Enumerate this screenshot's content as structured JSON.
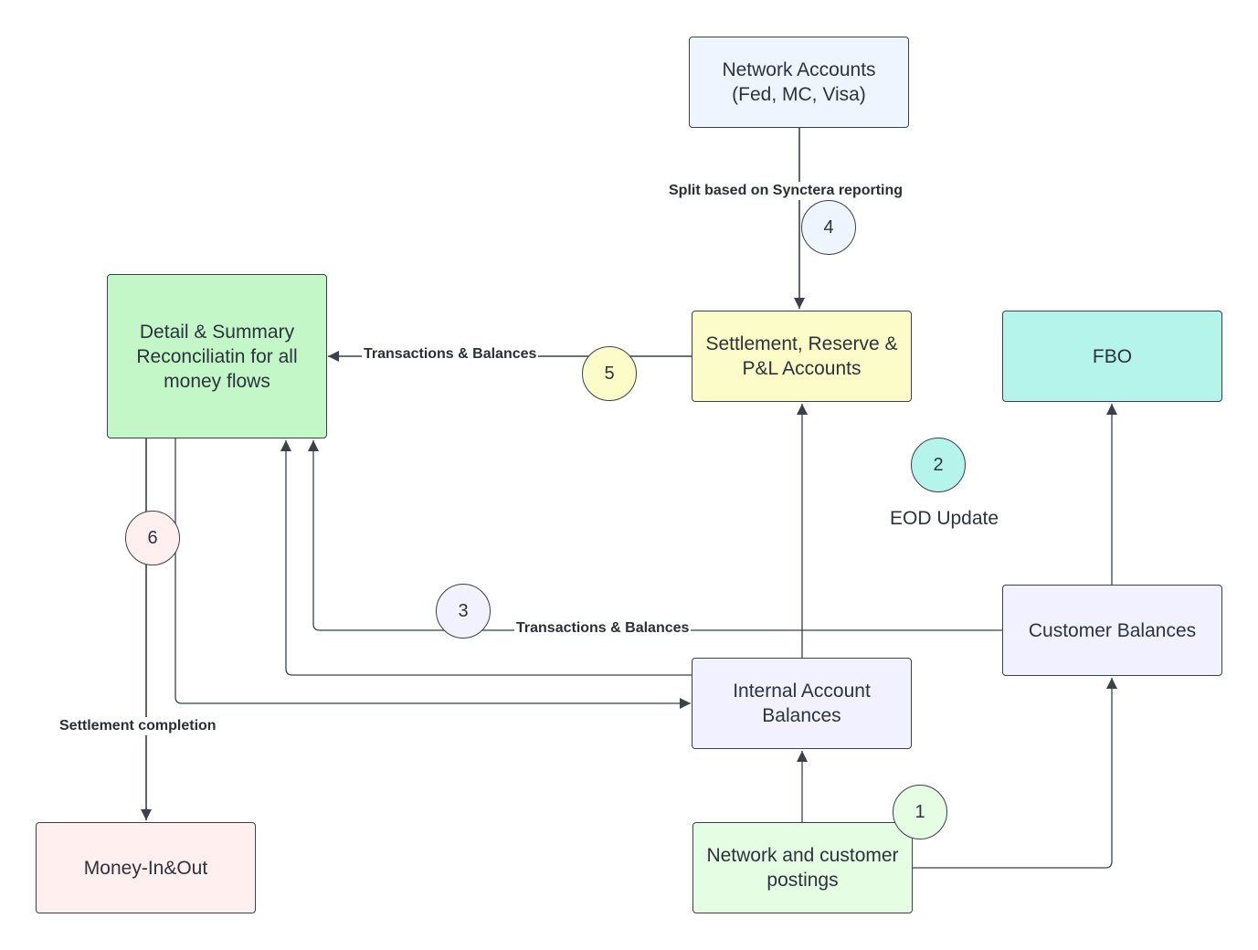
{
  "colors": {
    "network_accounts": "#eef5ff",
    "reconciliation": "#c3f7c8",
    "settlement": "#fcfcc8",
    "fbo": "#b4f4ea",
    "customer_balances": "#f1f1ff",
    "internal_balances": "#f1f1ff",
    "money_in_out": "#fff0ef",
    "postings": "#e4fde3",
    "line": "#3a414a"
  },
  "nodes": {
    "network_accounts": {
      "line1": "Network Accounts",
      "line2": "(Fed, MC, Visa)"
    },
    "reconciliation": {
      "line1": "Detail & Summary",
      "line2": "Reconciliatin for all",
      "line3": "money flows"
    },
    "settlement": {
      "line1": "Settlement, Reserve &",
      "line2": "P&L Accounts"
    },
    "fbo": {
      "line1": "FBO"
    },
    "customer_balances": {
      "line1": "Customer Balances"
    },
    "internal_balances": {
      "line1": "Internal Account",
      "line2": "Balances"
    },
    "money_in_out": {
      "line1": "Money-In&Out"
    },
    "postings": {
      "line1": "Network and customer",
      "line2": "postings"
    }
  },
  "badges": [
    {
      "num": "1",
      "color": "#e4fde3"
    },
    {
      "num": "2",
      "color": "#b4f4ea"
    },
    {
      "num": "3",
      "color": "#f1f1ff"
    },
    {
      "num": "4",
      "color": "#eef5ff"
    },
    {
      "num": "5",
      "color": "#fcfcc8"
    },
    {
      "num": "6",
      "color": "#fff0ef"
    }
  ],
  "edge_labels": {
    "split": "Split based on Synctera reporting",
    "transactions_top": "Transactions & Balances",
    "transactions_mid": "Transactions & Balances",
    "settlement_completion": "Settlement completion"
  },
  "annotations": {
    "eod_update": "EOD Update"
  }
}
